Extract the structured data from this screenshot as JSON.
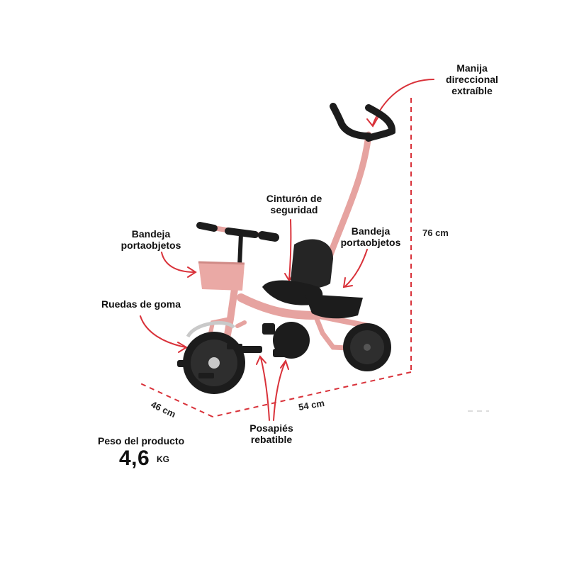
{
  "labels": {
    "handle": [
      "Manija",
      "direccional",
      "extraíble"
    ],
    "seatbelt": [
      "Cinturón de",
      "seguridad"
    ],
    "front_tray": [
      "Bandeja",
      "portaobjetos"
    ],
    "rear_tray": [
      "Bandeja",
      "portaobjetos"
    ],
    "wheels": "Ruedas de goma",
    "footrest": [
      "Posapiés",
      "rebatible"
    ]
  },
  "dimensions": {
    "height": "76 cm",
    "width": "46 cm",
    "length": "54 cm"
  },
  "weight": {
    "title": "Peso del producto",
    "value": "4,6",
    "unit": "KG"
  },
  "colors": {
    "accent": "#d9323a",
    "frame": "#e6a3a0",
    "dark": "#1c1c1c"
  }
}
